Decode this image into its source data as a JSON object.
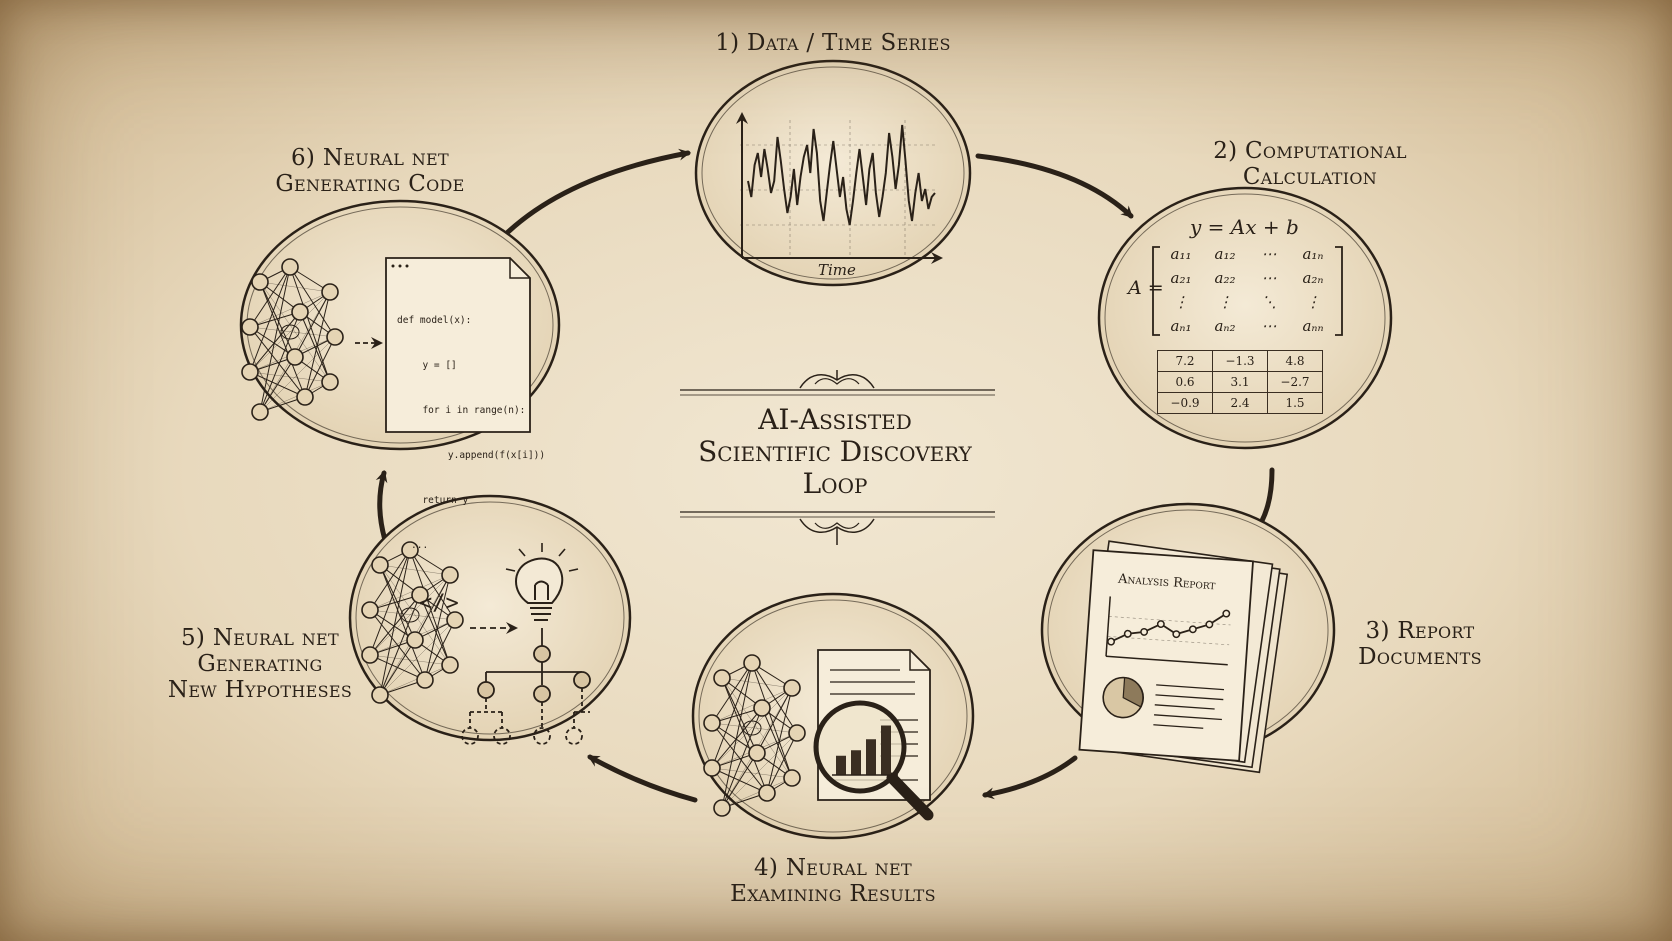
{
  "title": {
    "line1": "AI-Assisted",
    "line2": "Scientific Discovery",
    "line3": "Loop"
  },
  "steps": [
    {
      "id": 1,
      "lines": [
        "1) Data / Time Series"
      ]
    },
    {
      "id": 2,
      "lines": [
        "2) Computational",
        "Calculation"
      ]
    },
    {
      "id": 3,
      "lines": [
        "3) Report",
        "Documents"
      ]
    },
    {
      "id": 4,
      "lines": [
        "4) Neural net",
        "Examining Results"
      ]
    },
    {
      "id": 5,
      "lines": [
        "5) Neural net",
        "Generating",
        "New Hypotheses"
      ]
    },
    {
      "id": 6,
      "lines": [
        "6) Neural net",
        "Generating Code"
      ]
    }
  ],
  "time_series": {
    "axis_label": "Time",
    "values": [
      0.1,
      -0.3,
      0.5,
      0.8,
      0.2,
      0.9,
      0.4,
      -0.2,
      0.1,
      1.2,
      0.6,
      -0.1,
      -0.7,
      -0.3,
      0.4,
      -0.5,
      0.2,
      0.7,
      1.0,
      0.3,
      1.4,
      0.8,
      -0.4,
      -0.9,
      -0.2,
      0.5,
      1.1,
      0.4,
      -0.3,
      0.2,
      -0.6,
      -1.0,
      -0.4,
      0.3,
      0.9,
      0.2,
      -0.5,
      0.4,
      0.8,
      -0.2,
      -0.8,
      -0.3,
      0.3,
      1.3,
      0.7,
      -0.1,
      0.5,
      1.5,
      0.6,
      -0.4,
      -0.9,
      -0.2,
      0.3,
      -0.4,
      -0.1,
      -0.6,
      -0.3,
      -0.2
    ]
  },
  "equation": "y = Ax + b",
  "matrix": {
    "lhs": "A =",
    "rows": [
      [
        "a₁₁",
        "a₁₂",
        "⋯",
        "a₁ₙ"
      ],
      [
        "a₂₁",
        "a₂₂",
        "⋯",
        "a₂ₙ"
      ],
      [
        "⋮",
        "⋮",
        "⋱",
        "⋮"
      ],
      [
        "aₙ₁",
        "aₙ₂",
        "⋯",
        "aₙₙ"
      ]
    ]
  },
  "table": [
    [
      "7.2",
      "−1.3",
      "4.8"
    ],
    [
      "0.6",
      "3.1",
      "−2.7"
    ],
    [
      "−0.9",
      "2.4",
      "1.5"
    ]
  ],
  "report": {
    "title": "Analysis Report",
    "line_values": [
      0.25,
      0.4,
      0.45,
      0.6,
      0.45,
      0.55,
      0.65,
      0.85
    ],
    "bars": [
      0.35,
      0.45,
      0.65,
      0.9
    ]
  },
  "code": {
    "lines": [
      "def model(x):",
      "  y = []",
      "  for i in range(n):",
      "    y.append(f(x[i]))",
      "  return y",
      "..."
    ],
    "tag": "</>"
  },
  "colors": {
    "ink": "#2a2118",
    "parchment": "#e9dcc3"
  }
}
